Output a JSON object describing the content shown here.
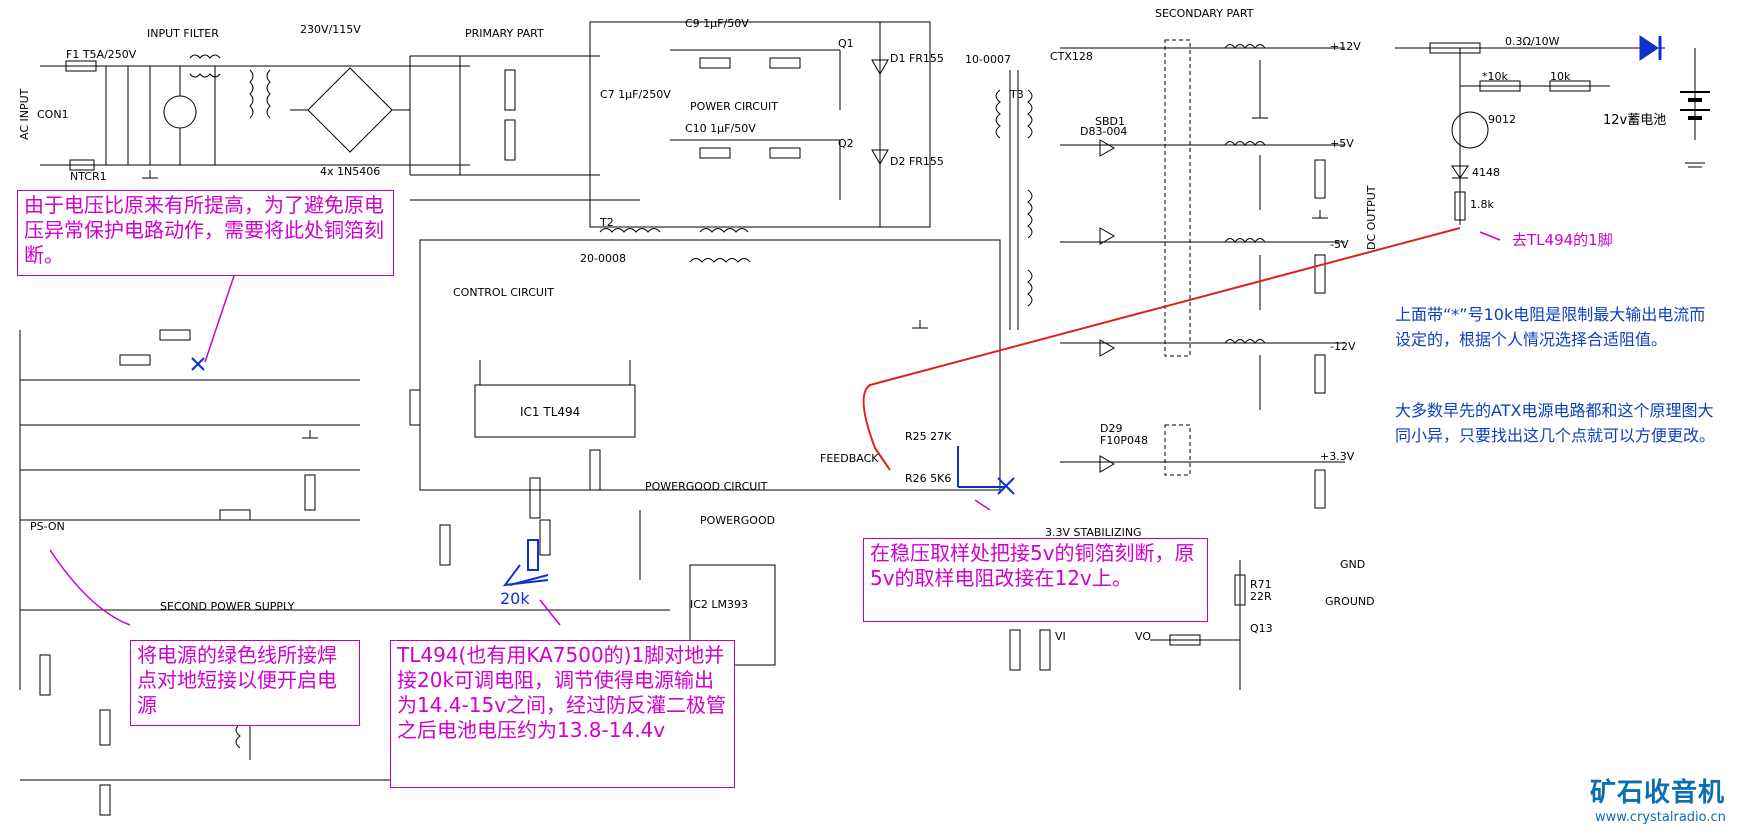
{
  "sections": {
    "input_filter": "INPUT FILTER",
    "primary_part": "PRIMARY PART",
    "secondary_part": "SECONDARY PART",
    "power_circuit": "POWER CIRCUIT",
    "control_circuit": "CONTROL CIRCUIT",
    "powergood_circuit": "POWERGOOD CIRCUIT",
    "powergood": "POWERGOOD",
    "second_power_supply": "SECOND POWER SUPPLY",
    "stabilizing": "3.3V STABILIZING",
    "feedback": "FEEDBACK",
    "dc_output": "DC OUTPUT",
    "ac_input": "AC INPUT"
  },
  "labels": {
    "voltage_sel": "230V/115V",
    "fuse": "F1 T5A/250V",
    "con1": "CON1",
    "ntcr": "NTCR1",
    "bridge": "4x 1N5406",
    "ic1": "IC1 TL494",
    "ic2": "IC2 LM393",
    "t3": "T3",
    "t2": "T2",
    "t2_part": "20-0008",
    "t3_part": "10-0007",
    "ctx": "CTX128",
    "sbd1": "SBD1",
    "sbd1_part": "D83-004",
    "d29": "D29",
    "d29_part": "F10P048",
    "q13": "Q13",
    "r71": "R71",
    "r71_val": "22R",
    "gnd": "GND",
    "ground": "GROUND",
    "vi": "VI",
    "vo": "VO",
    "q1": "Q1",
    "q2": "Q2",
    "d1": "D1 FR155",
    "d2": "D2 FR155",
    "c9": "C9 1μF/50V",
    "c10": "C10 1μF/50V",
    "c7": "C7 1μF/250V",
    "r25": "R25 27K",
    "r26": "R26 5K6",
    "r20": "20k",
    "ps_on": "PS-ON",
    "plus12": "+12V",
    "plus5": "+5V",
    "minus5": "-5V",
    "minus12": "-12V",
    "plus33": "+3.3V",
    "battery_r": "0.3Ω/10W",
    "battery_r10k_star": "*10k",
    "battery_r10k": "10k",
    "battery_q": "9012",
    "battery_d": "4148",
    "battery_r18k": "1.8k",
    "battery_label": "12v蓄电池"
  },
  "annotations": {
    "cut_foil": "由于电压比原来有所提高，为了避免原电压异常保护电路动作，需要将此处铜箔刻断。",
    "to_tl494": "去TL494的1脚",
    "star_resistor_note": "上面带“*”号10k电阻是限制最大输出电流而设定的，根据个人情况选择合适阻值。",
    "atx_note": "大多数早先的ATX电源电路都和这个原理图大同小异，只要找出这几个点就可以方便更改。",
    "feedback_note": "在稳压取样处把接5v的铜箔刻断，原5v的取样电阻改接在12v上。",
    "green_wire": "将电源的绿色线所接焊点对地短接以便开启电源",
    "tl494_note": "TL494(也有用KA7500的)1脚对地并接20k可调电阻，调节使得电源输出为14.4-15v之间，经过防反灌二极管之后电池电压约为13.8-14.4v"
  },
  "watermark": {
    "name": "矿石收音机",
    "url": "www.crystalradio.cn"
  },
  "colors": {
    "annotation": "#d000d0",
    "note_blue": "#1040c0",
    "feedback_wire": "#e02020",
    "modification": "#1030d0",
    "watermark": "#0a6fb0"
  }
}
